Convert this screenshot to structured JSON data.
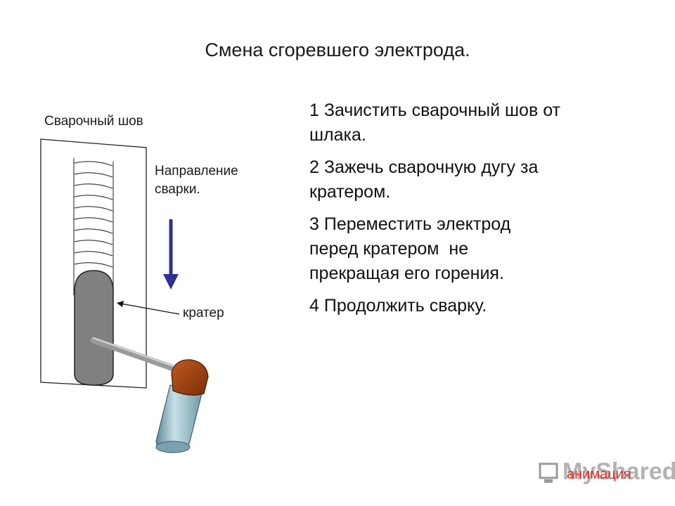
{
  "title": "Смена сгоревшего электрода.",
  "labels": {
    "weld_seam": "Сварочный шов",
    "direction_line1": "Направление",
    "direction_line2": "сварки.",
    "crater": "кратер"
  },
  "steps": [
    {
      "line1": "1 Зачистить сварочный шов от",
      "line2": "шлака."
    },
    {
      "line1": "2 Зажечь сварочную дугу за",
      "line2": "кратером."
    },
    {
      "line1": "3 Переместить электрод",
      "line2": "перед кратером  не",
      "line3": "прекращая его горения."
    },
    {
      "line1": "4 Продолжить сварку."
    }
  ],
  "animation_link": "анимация",
  "watermark": "MyShared",
  "colors": {
    "arrow": "#2e3192",
    "crater_fill": "#808080",
    "holder_tip": "#a0400c",
    "holder_body": "#8fb4c0",
    "link": "#d93020"
  }
}
